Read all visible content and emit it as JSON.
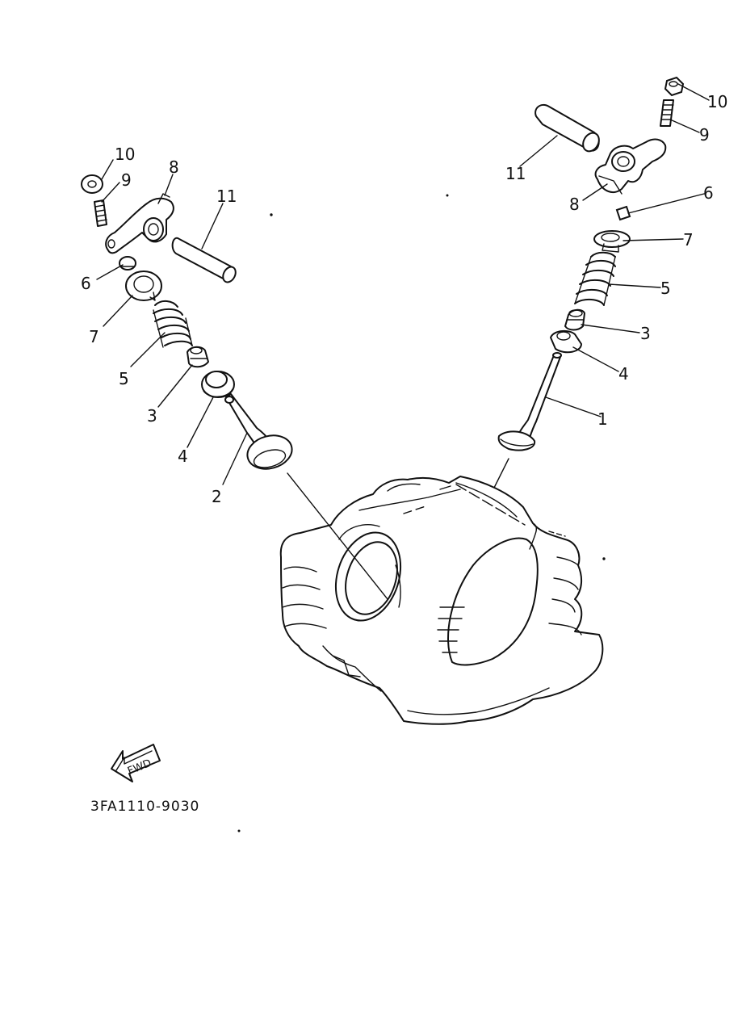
{
  "callouts": {
    "left": {
      "p10": "10",
      "p9": "9",
      "p8": "8",
      "p11": "11",
      "p6": "6",
      "p7": "7",
      "p5": "5",
      "p3": "3",
      "p4": "4",
      "p2": "2"
    },
    "right": {
      "p10": "10",
      "p9": "9",
      "p11": "11",
      "p8": "8",
      "p6": "6",
      "p7": "7",
      "p5": "5",
      "p3": "3",
      "p4": "4",
      "p1": "1"
    }
  },
  "fwd_label": "FWD",
  "diagram_code": "3FA1110-9030",
  "icons": {
    "fwd": "fwd-arrow-icon"
  },
  "colors": {
    "ink": "#111111",
    "paper": "#ffffff"
  }
}
